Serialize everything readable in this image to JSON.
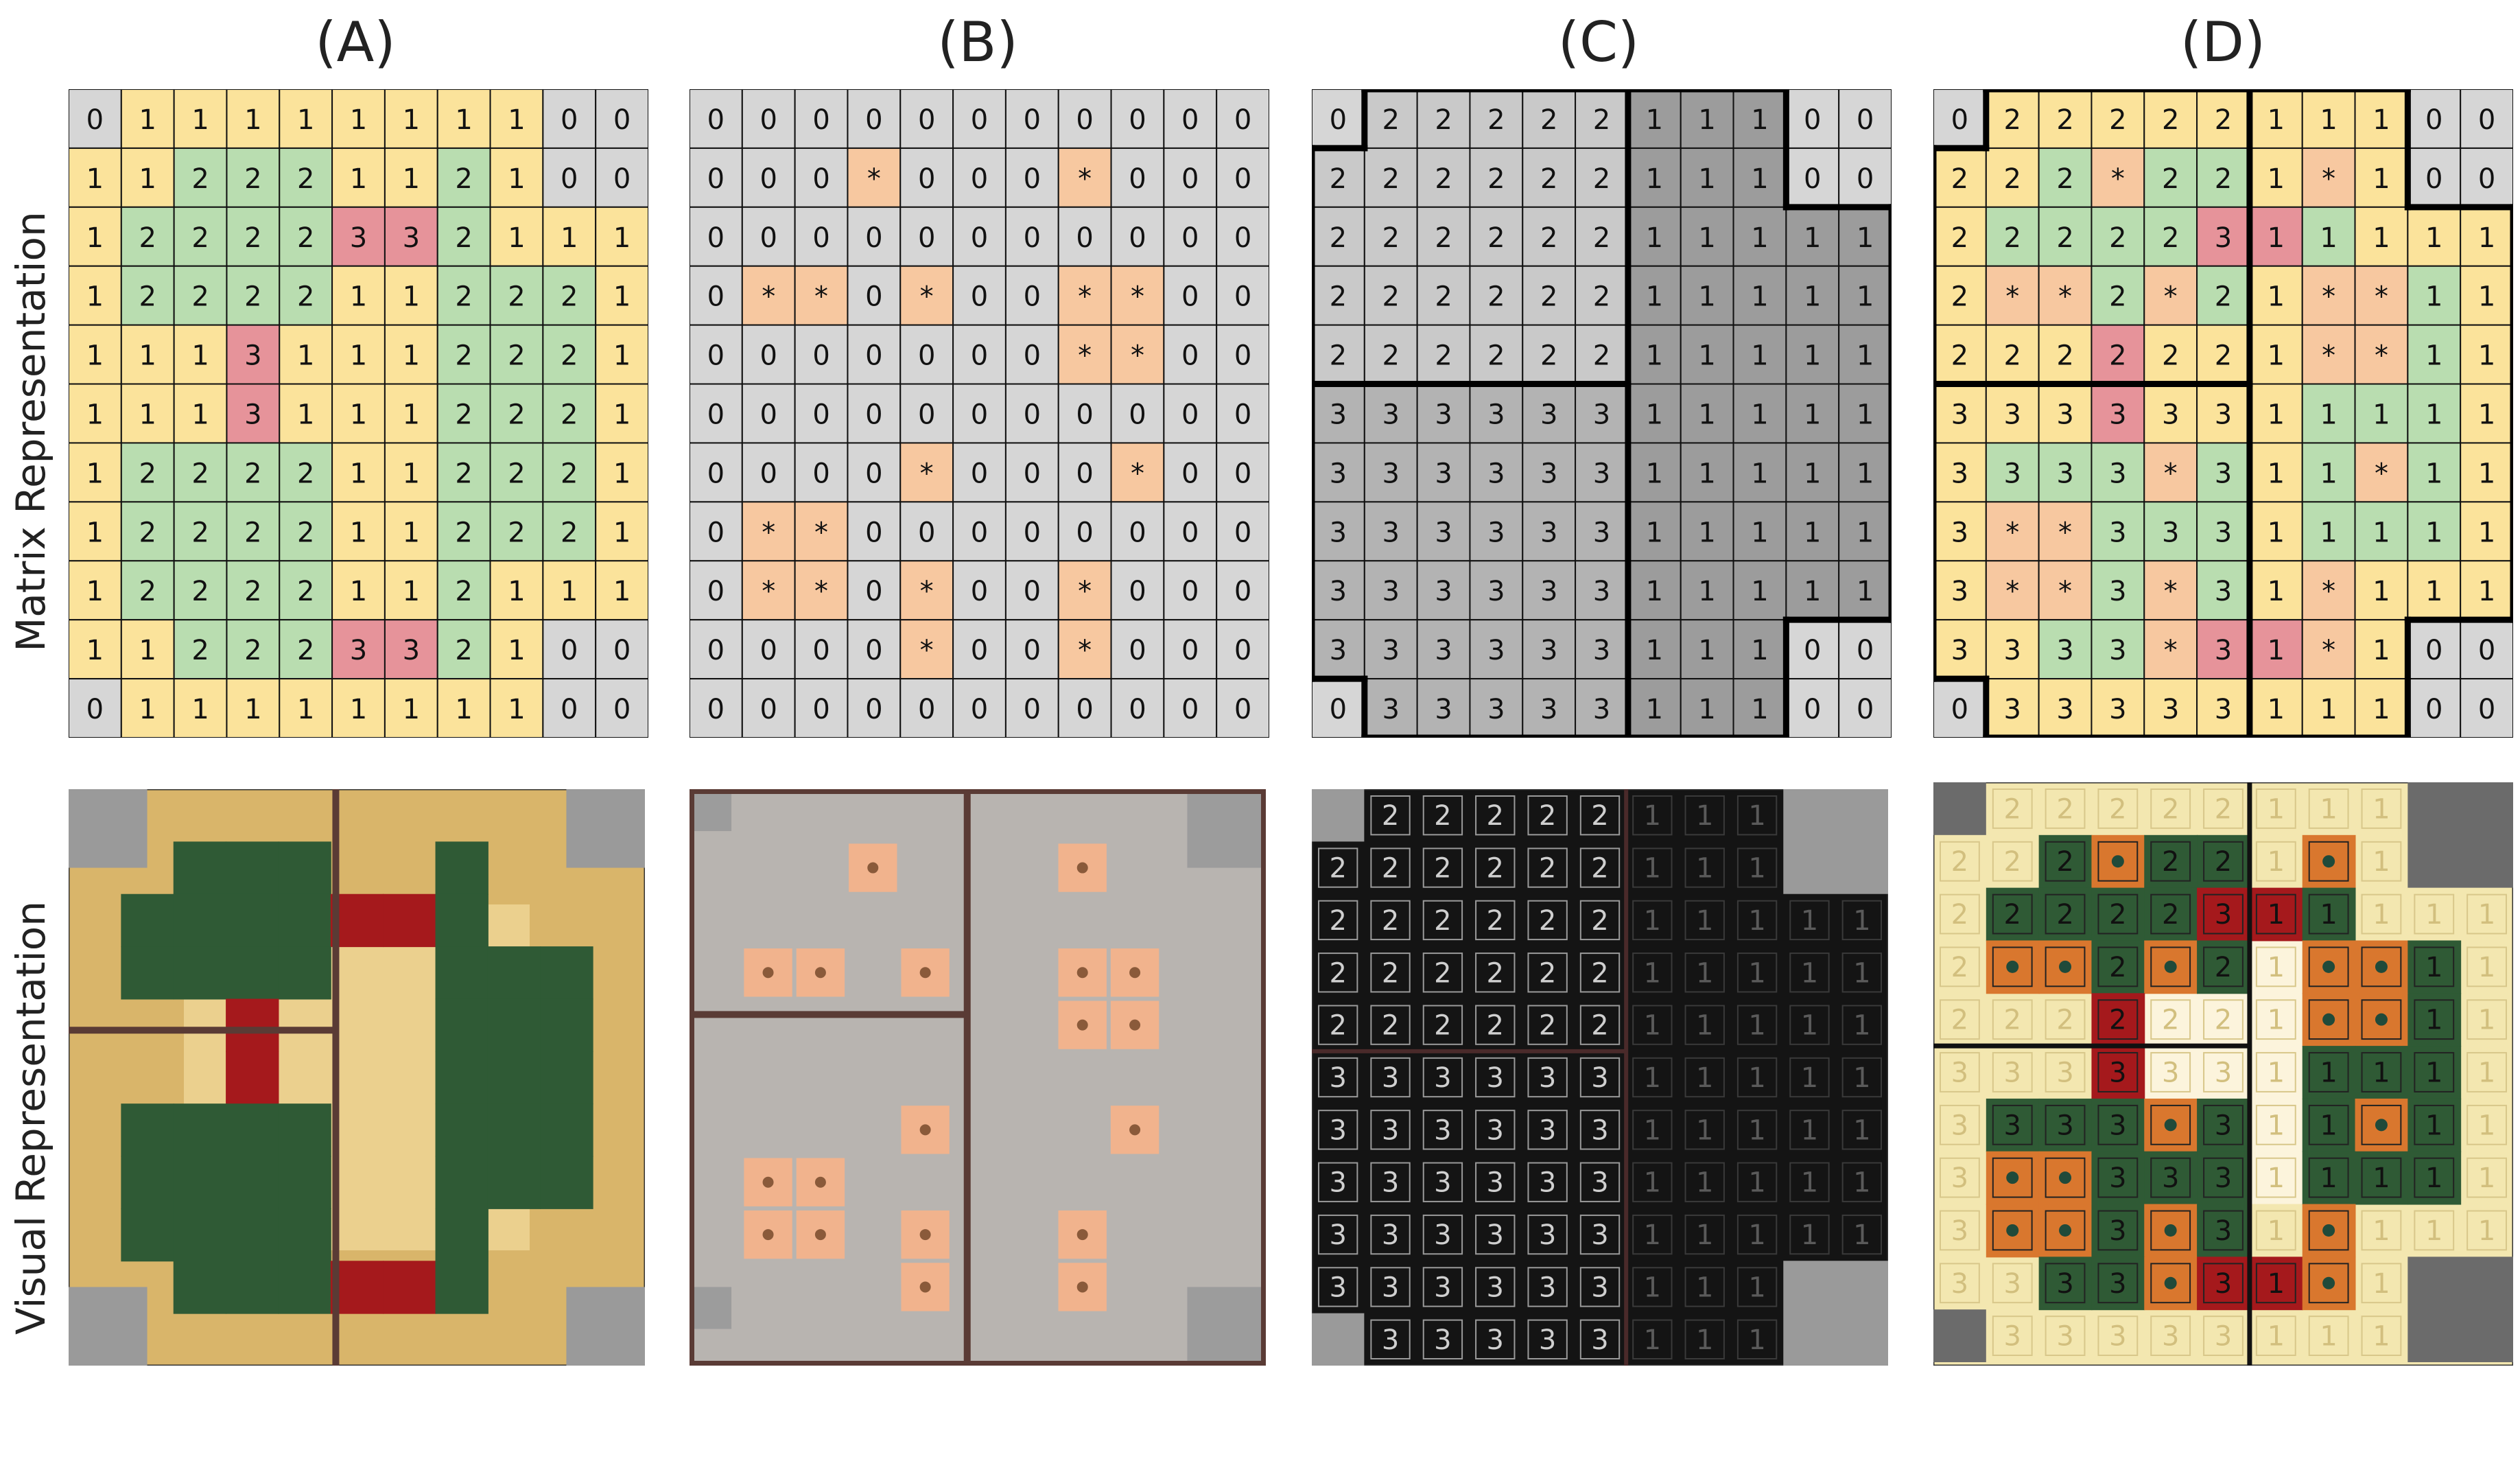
{
  "titles": [
    "(A)",
    "(B)",
    "(C)",
    "(D)"
  ],
  "row_labels": {
    "matrix": "Matrix Representation",
    "visual": "Visual Representation"
  },
  "colors": {
    "zero": "#d6d6d6",
    "one": "#fbe39b",
    "two": "#b9ddb0",
    "three": "#e6939a",
    "star": "#f7c8a0",
    "c_gray2": "#c9c9c9",
    "c_gray1": "#9c9c9c",
    "c_gray3": "#b3b3b3",
    "grid": "#111111",
    "floor": "#d9b56a",
    "wall": "#5a3b35",
    "dark_green": "#2f5a35",
    "red_block": "#a5191c",
    "light_gray": "#b8b4b0",
    "orange_box": "#f1b38d",
    "black_bg": "#141414"
  },
  "matrices": {
    "A": [
      [
        "0",
        "1",
        "1",
        "1",
        "1",
        "1",
        "1",
        "1",
        "1",
        "0",
        "0"
      ],
      [
        "1",
        "1",
        "2",
        "2",
        "2",
        "1",
        "1",
        "2",
        "1",
        "0",
        "0"
      ],
      [
        "1",
        "2",
        "2",
        "2",
        "2",
        "3",
        "3",
        "2",
        "1",
        "1",
        "1"
      ],
      [
        "1",
        "2",
        "2",
        "2",
        "2",
        "1",
        "1",
        "2",
        "2",
        "2",
        "1"
      ],
      [
        "1",
        "1",
        "1",
        "3",
        "1",
        "1",
        "1",
        "2",
        "2",
        "2",
        "1"
      ],
      [
        "1",
        "1",
        "1",
        "3",
        "1",
        "1",
        "1",
        "2",
        "2",
        "2",
        "1"
      ],
      [
        "1",
        "2",
        "2",
        "2",
        "2",
        "1",
        "1",
        "2",
        "2",
        "2",
        "1"
      ],
      [
        "1",
        "2",
        "2",
        "2",
        "2",
        "1",
        "1",
        "2",
        "2",
        "2",
        "1"
      ],
      [
        "1",
        "2",
        "2",
        "2",
        "2",
        "1",
        "1",
        "2",
        "1",
        "1",
        "1"
      ],
      [
        "1",
        "1",
        "2",
        "2",
        "2",
        "3",
        "3",
        "2",
        "1",
        "0",
        "0"
      ],
      [
        "0",
        "1",
        "1",
        "1",
        "1",
        "1",
        "1",
        "1",
        "1",
        "0",
        "0"
      ]
    ],
    "B": [
      [
        "0",
        "0",
        "0",
        "0",
        "0",
        "0",
        "0",
        "0",
        "0",
        "0",
        "0"
      ],
      [
        "0",
        "0",
        "0",
        "*",
        "0",
        "0",
        "0",
        "*",
        "0",
        "0",
        "0"
      ],
      [
        "0",
        "0",
        "0",
        "0",
        "0",
        "0",
        "0",
        "0",
        "0",
        "0",
        "0"
      ],
      [
        "0",
        "*",
        "*",
        "0",
        "*",
        "0",
        "0",
        "*",
        "*",
        "0",
        "0"
      ],
      [
        "0",
        "0",
        "0",
        "0",
        "0",
        "0",
        "0",
        "*",
        "*",
        "0",
        "0"
      ],
      [
        "0",
        "0",
        "0",
        "0",
        "0",
        "0",
        "0",
        "0",
        "0",
        "0",
        "0"
      ],
      [
        "0",
        "0",
        "0",
        "0",
        "*",
        "0",
        "0",
        "0",
        "*",
        "0",
        "0"
      ],
      [
        "0",
        "*",
        "*",
        "0",
        "0",
        "0",
        "0",
        "0",
        "0",
        "0",
        "0"
      ],
      [
        "0",
        "*",
        "*",
        "0",
        "*",
        "0",
        "0",
        "*",
        "0",
        "0",
        "0"
      ],
      [
        "0",
        "0",
        "0",
        "0",
        "*",
        "0",
        "0",
        "*",
        "0",
        "0",
        "0"
      ],
      [
        "0",
        "0",
        "0",
        "0",
        "0",
        "0",
        "0",
        "0",
        "0",
        "0",
        "0"
      ]
    ],
    "C": [
      [
        "0",
        "2",
        "2",
        "2",
        "2",
        "2",
        "1",
        "1",
        "1",
        "0",
        "0"
      ],
      [
        "2",
        "2",
        "2",
        "2",
        "2",
        "2",
        "1",
        "1",
        "1",
        "0",
        "0"
      ],
      [
        "2",
        "2",
        "2",
        "2",
        "2",
        "2",
        "1",
        "1",
        "1",
        "1",
        "1"
      ],
      [
        "2",
        "2",
        "2",
        "2",
        "2",
        "2",
        "1",
        "1",
        "1",
        "1",
        "1"
      ],
      [
        "2",
        "2",
        "2",
        "2",
        "2",
        "2",
        "1",
        "1",
        "1",
        "1",
        "1"
      ],
      [
        "3",
        "3",
        "3",
        "3",
        "3",
        "3",
        "1",
        "1",
        "1",
        "1",
        "1"
      ],
      [
        "3",
        "3",
        "3",
        "3",
        "3",
        "3",
        "1",
        "1",
        "1",
        "1",
        "1"
      ],
      [
        "3",
        "3",
        "3",
        "3",
        "3",
        "3",
        "1",
        "1",
        "1",
        "1",
        "1"
      ],
      [
        "3",
        "3",
        "3",
        "3",
        "3",
        "3",
        "1",
        "1",
        "1",
        "1",
        "1"
      ],
      [
        "3",
        "3",
        "3",
        "3",
        "3",
        "3",
        "1",
        "1",
        "1",
        "0",
        "0"
      ],
      [
        "0",
        "3",
        "3",
        "3",
        "3",
        "3",
        "1",
        "1",
        "1",
        "0",
        "0"
      ]
    ],
    "D": [
      [
        "0",
        "2",
        "2",
        "2",
        "2",
        "2",
        "1",
        "1",
        "1",
        "0",
        "0"
      ],
      [
        "2",
        "2",
        "2",
        "*",
        "2",
        "2",
        "1",
        "*",
        "1",
        "0",
        "0"
      ],
      [
        "2",
        "2",
        "2",
        "2",
        "2",
        "3",
        "1",
        "1",
        "1",
        "1",
        "1"
      ],
      [
        "2",
        "*",
        "*",
        "2",
        "*",
        "2",
        "1",
        "*",
        "*",
        "1",
        "1"
      ],
      [
        "2",
        "2",
        "2",
        "2",
        "2",
        "2",
        "1",
        "*",
        "*",
        "1",
        "1"
      ],
      [
        "3",
        "3",
        "3",
        "3",
        "3",
        "3",
        "1",
        "1",
        "1",
        "1",
        "1"
      ],
      [
        "3",
        "3",
        "3",
        "3",
        "*",
        "3",
        "1",
        "1",
        "*",
        "1",
        "1"
      ],
      [
        "3",
        "*",
        "*",
        "3",
        "3",
        "3",
        "1",
        "1",
        "1",
        "1",
        "1"
      ],
      [
        "3",
        "*",
        "*",
        "3",
        "*",
        "3",
        "1",
        "*",
        "1",
        "1",
        "1"
      ],
      [
        "3",
        "3",
        "3",
        "3",
        "*",
        "3",
        "1",
        "*",
        "1",
        "0",
        "0"
      ],
      [
        "0",
        "3",
        "3",
        "3",
        "3",
        "3",
        "1",
        "1",
        "1",
        "0",
        "0"
      ]
    ]
  },
  "d_colors": [
    [
      "z",
      "y",
      "y",
      "y",
      "y",
      "y",
      "y",
      "y",
      "y",
      "z",
      "z"
    ],
    [
      "y",
      "y",
      "g",
      "s",
      "g",
      "g",
      "y",
      "s",
      "y",
      "z",
      "z"
    ],
    [
      "y",
      "g",
      "g",
      "g",
      "g",
      "r",
      "r",
      "g",
      "y",
      "y",
      "y"
    ],
    [
      "y",
      "s",
      "s",
      "g",
      "s",
      "g",
      "y",
      "s",
      "s",
      "g",
      "y"
    ],
    [
      "y",
      "y",
      "y",
      "r",
      "y",
      "y",
      "y",
      "s",
      "s",
      "g",
      "y"
    ],
    [
      "y",
      "y",
      "y",
      "r",
      "y",
      "y",
      "y",
      "g",
      "g",
      "g",
      "y"
    ],
    [
      "y",
      "g",
      "g",
      "g",
      "s",
      "g",
      "y",
      "g",
      "s",
      "g",
      "y"
    ],
    [
      "y",
      "s",
      "s",
      "g",
      "g",
      "g",
      "y",
      "g",
      "g",
      "g",
      "y"
    ],
    [
      "y",
      "s",
      "s",
      "g",
      "s",
      "g",
      "y",
      "s",
      "y",
      "y",
      "y"
    ],
    [
      "y",
      "y",
      "g",
      "g",
      "s",
      "r",
      "r",
      "s",
      "y",
      "z",
      "z"
    ],
    [
      "z",
      "y",
      "y",
      "y",
      "y",
      "y",
      "y",
      "y",
      "y",
      "z",
      "z"
    ]
  ]
}
